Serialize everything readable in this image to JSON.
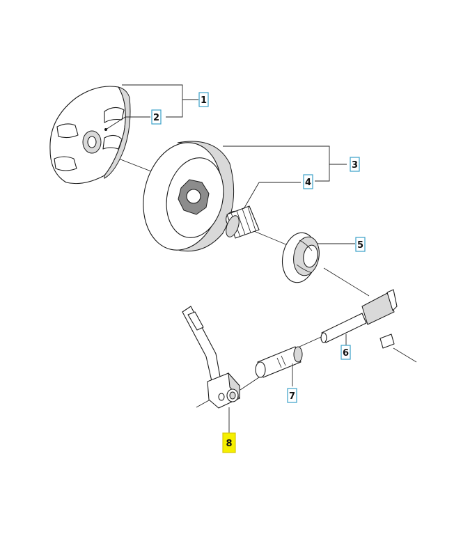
{
  "callouts": [
    {
      "id": "1",
      "label": "1",
      "highlighted": false
    },
    {
      "id": "2",
      "label": "2",
      "highlighted": false
    },
    {
      "id": "3",
      "label": "3",
      "highlighted": false
    },
    {
      "id": "4",
      "label": "4",
      "highlighted": false
    },
    {
      "id": "5",
      "label": "5",
      "highlighted": false
    },
    {
      "id": "6",
      "label": "6",
      "highlighted": false
    },
    {
      "id": "7",
      "label": "7",
      "highlighted": false
    },
    {
      "id": "8",
      "label": "8",
      "highlighted": true
    }
  ],
  "colors": {
    "callout_border": "#3aa0c8",
    "highlight_fill": "#f5ef00",
    "line": "#1a1a1a"
  }
}
